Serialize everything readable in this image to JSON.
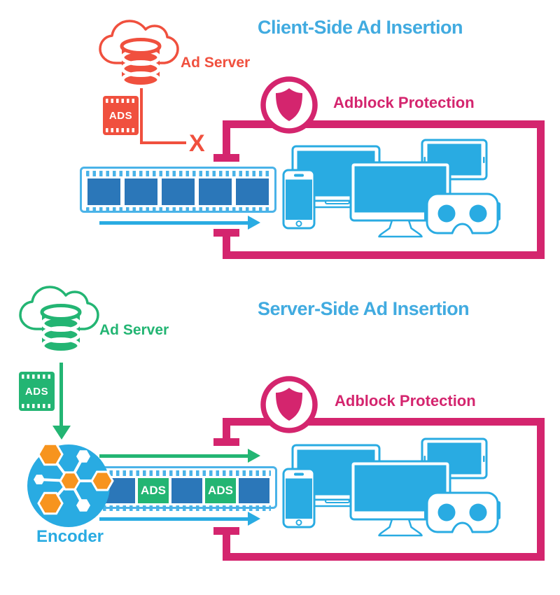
{
  "client": {
    "title": "Client-Side Ad Insertion",
    "ad_server_label": "Ad Server",
    "ads_badge": "ADS",
    "blocked_mark": "X",
    "adblock_label": "Adblock Protection"
  },
  "server": {
    "title": "Server-Side Ad Insertion",
    "ad_server_label": "Ad Server",
    "ads_badge": "ADS",
    "encoder_label": "Encoder",
    "adblock_label": "Adblock Protection",
    "ads_frame_labels": [
      "ADS",
      "ADS"
    ]
  },
  "colors": {
    "device_blue": "#29ABE2",
    "title_blue": "#41ABE0",
    "film_frame_blue": "#2B77B9",
    "film_border_blue": "#4AB3E8",
    "adblock_pink": "#D4256E",
    "ad_server_red": "#F0503E",
    "ad_server_green": "#23B573",
    "encoder_hex_orange": "#F7941E"
  },
  "icons": {
    "cloud_database": "cloud-database-icon",
    "ads_film_frame": "ads-filmframe-icon",
    "shield": "shield-icon",
    "film_strip": "film-strip",
    "encoder": "encoder-icon",
    "devices": [
      "laptop-icon",
      "tablet-icon",
      "monitor-icon",
      "smartphone-icon",
      "vr-headset-icon"
    ],
    "blocker": "tbar-blocker"
  }
}
